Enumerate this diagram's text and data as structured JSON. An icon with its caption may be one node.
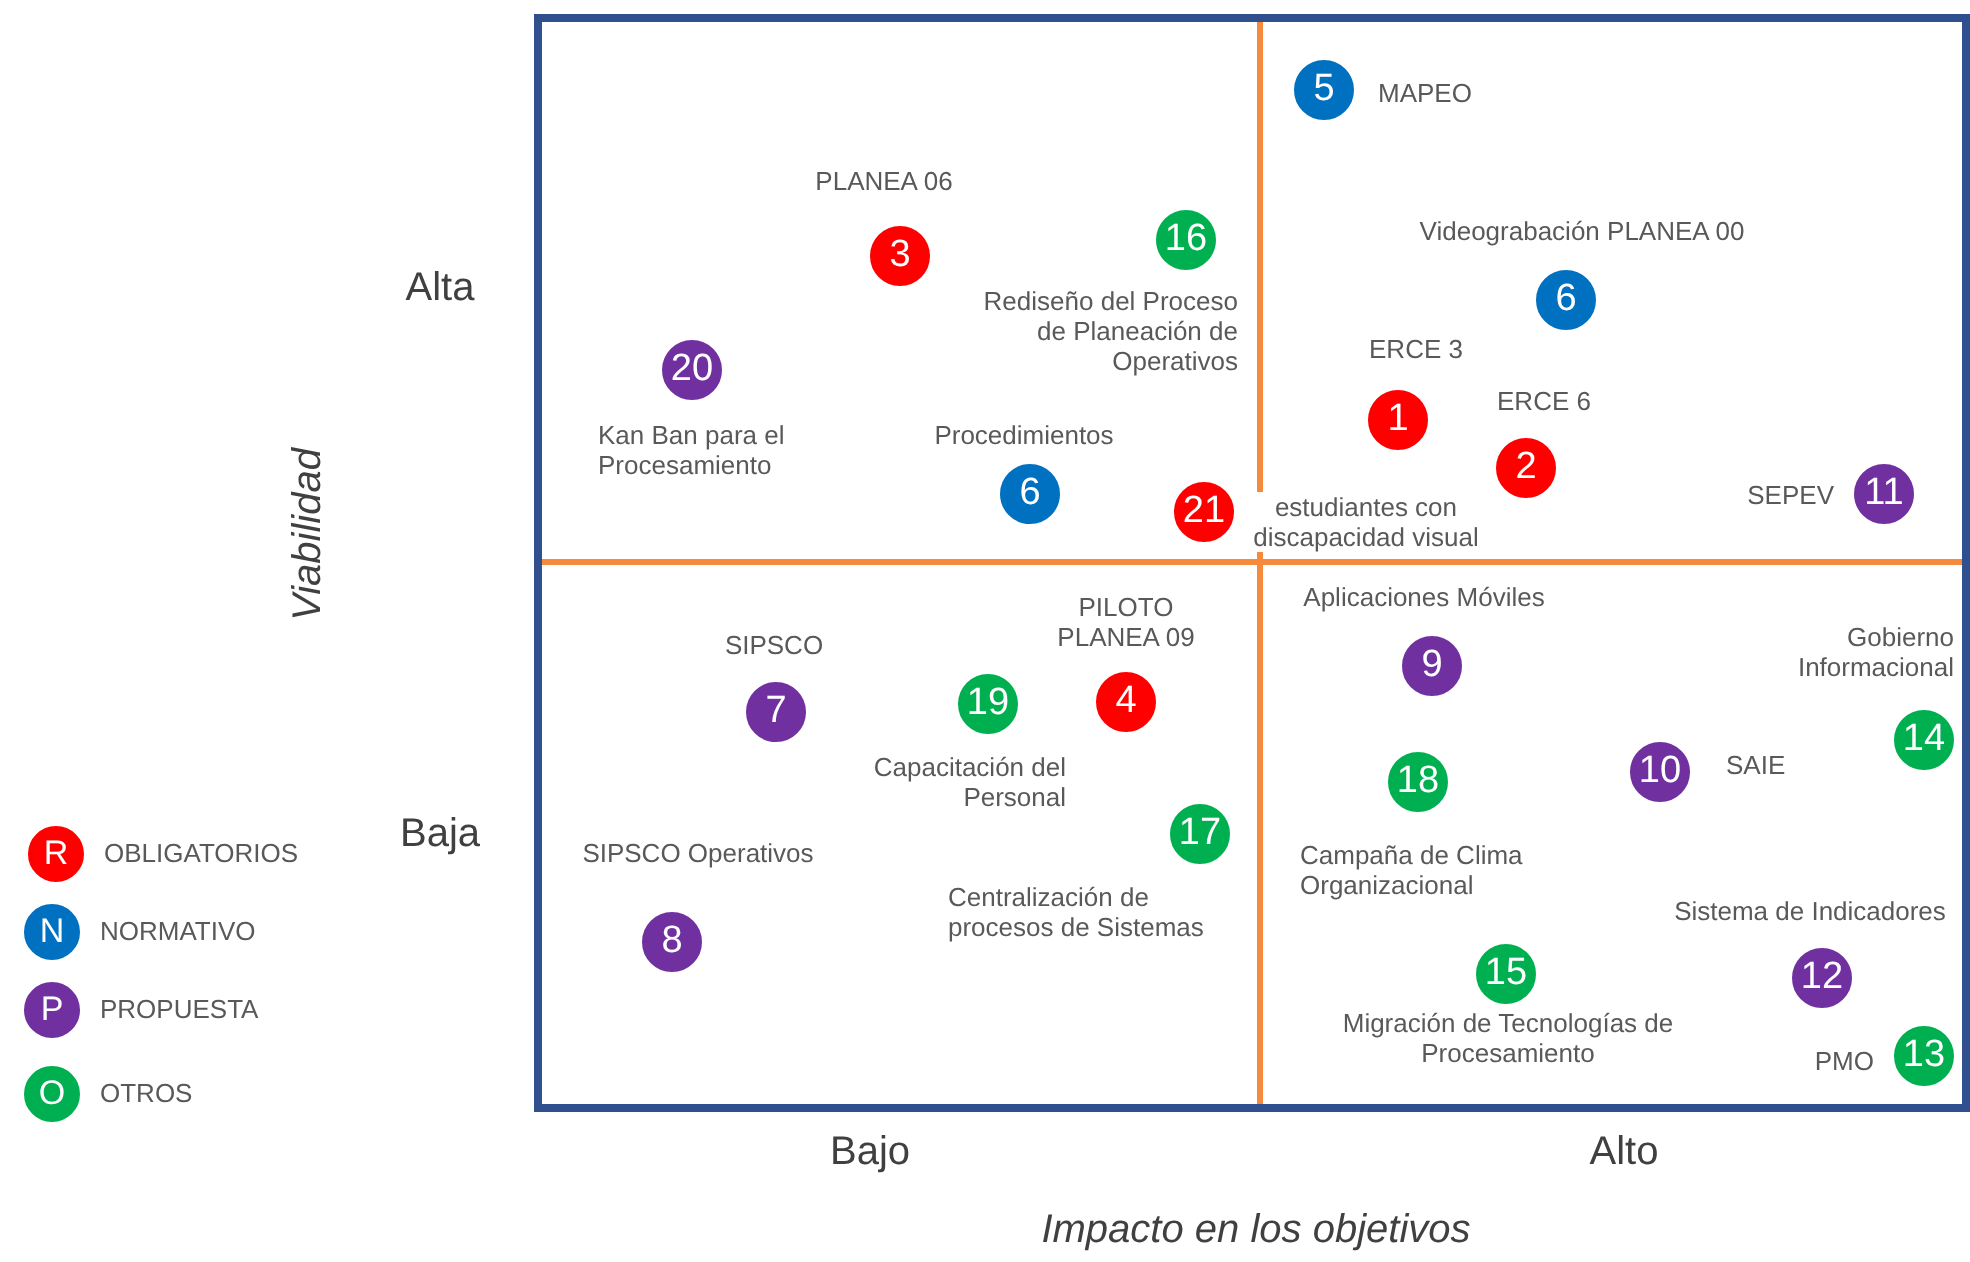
{
  "diagram": {
    "nodes": [
      {
        "text": [
          "5"
        ],
        "beside": [
          "MAPEO"
        ]
      },
      {
        "text": [
          "3"
        ],
        "beside": [
          "PLANEA 06"
        ]
      },
      {
        "text": [
          "16"
        ],
        "beside": [
          "Rediseño del Proceso de Planeación de Operativos"
        ]
      },
      {
        "text": [
          "6"
        ],
        "beside": [
          "Videograbación PLANEA 00"
        ]
      },
      {
        "text": [
          "20"
        ],
        "beside": [
          "Kan Ban para el Procesamiento"
        ]
      },
      {
        "text": [
          "1"
        ],
        "beside": [
          "ERCE 3"
        ]
      },
      {
        "text": [
          "2"
        ],
        "beside": [
          "ERCE 6"
        ]
      },
      {
        "text": [
          "6"
        ],
        "beside": [
          "Procedimientos"
        ]
      },
      {
        "text": [
          "21"
        ],
        "beside": [
          "estudiantes con discapacidad visual"
        ]
      },
      {
        "text": [
          "11"
        ],
        "beside": [
          "SEPEV"
        ]
      },
      {
        "text": [
          "7"
        ],
        "beside": [
          "SIPSCO"
        ]
      },
      {
        "text": [
          "19"
        ],
        "beside": [
          "Capacitación del Personal"
        ]
      },
      {
        "text": [
          "4"
        ],
        "beside": [
          "PILOTO PLANEA 09"
        ]
      },
      {
        "text": [
          "9"
        ],
        "beside": [
          "Aplicaciones Móviles"
        ]
      },
      {
        "text": [
          "18"
        ],
        "beside": [
          "Campaña de Clima Organizacional"
        ]
      },
      {
        "text": [
          "10"
        ],
        "beside": [
          "SAIE"
        ]
      },
      {
        "text": [
          "14"
        ],
        "beside": [
          "Gobierno Informacional"
        ]
      },
      {
        "text": [
          "17"
        ],
        "beside": [
          "Centralización de procesos de Sistemas"
        ]
      },
      {
        "text": [
          "8"
        ],
        "beside": [
          "SIPSCO Operativos"
        ]
      },
      {
        "text": [
          "15"
        ],
        "beside": [
          "Migración de Tecnologías de Procesamiento"
        ]
      },
      {
        "text": [
          "12"
        ],
        "beside": [
          "Sistema de Indicadores"
        ]
      },
      {
        "text": [
          "13"
        ],
        "beside": [
          "PMO"
        ]
      }
    ],
    "labels": [
      "Alta",
      "Viabilidad",
      "Baja",
      "Bajo",
      "Alto",
      "Impacto en los objetivos",
      "R",
      "N",
      "P",
      "O"
    ],
    "legend": [
      {
        "text": "OBLIGATORIOS",
        "color": "#ff0000"
      },
      {
        "text": "NORMATIVO",
        "color": "#0070c0"
      },
      {
        "text": "PROPUESTA",
        "color": "#7030a0"
      },
      {
        "text": "OTROS",
        "color": "#00b050"
      }
    ]
  }
}
